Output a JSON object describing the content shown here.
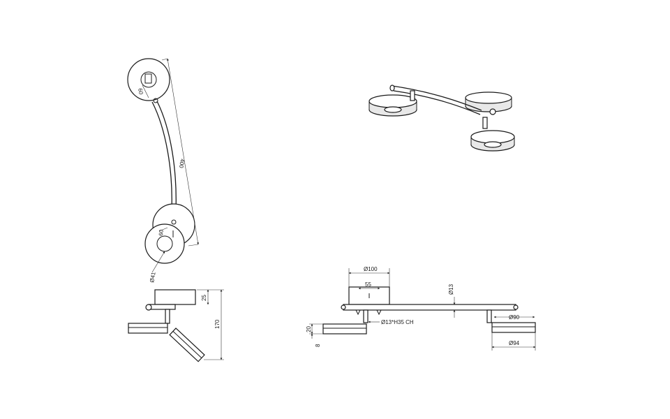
{
  "drawing": {
    "top_view": {
      "dim_head_inner": "60",
      "dim_arm_length": "400",
      "dim_base_inner": "60",
      "dim_head_diameter": "Ø41"
    },
    "side_view": {
      "dim_base_height": "25",
      "dim_total_height": "170"
    },
    "front_view": {
      "dim_base_diameter": "Ø100",
      "dim_base_inner": "55",
      "dim_tube": "Ø13",
      "dim_joint": "Ø13*H35 CH",
      "dim_head_height": "20",
      "dim_head_thickness": "8",
      "dim_head_inner_diameter": "Ø90",
      "dim_head_outer_diameter": "Ø94"
    }
  }
}
